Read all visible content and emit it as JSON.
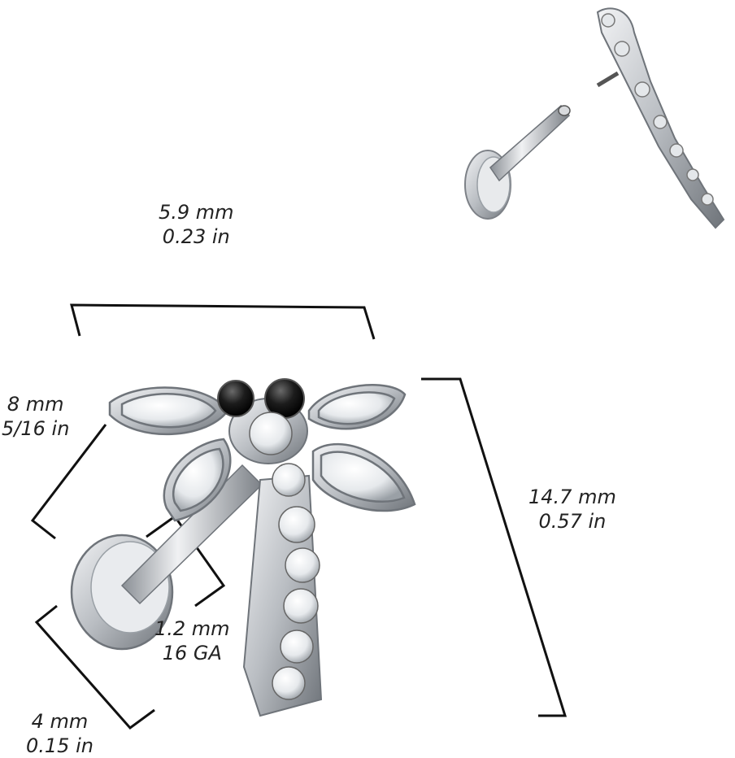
{
  "dimensions": {
    "width_top": {
      "metric": "5.9 mm",
      "imperial": "0.23 in"
    },
    "head_height": {
      "metric": "8 mm",
      "imperial": "5/16 in"
    },
    "total_length": {
      "metric": "14.7 mm",
      "imperial": "0.57 in"
    },
    "gauge": {
      "metric": "1.2 mm",
      "imperial": "16 GA"
    },
    "disc": {
      "metric": "4 mm",
      "imperial": "0.15 in"
    }
  },
  "colors": {
    "metal": "#c9ccd0",
    "metal_dark": "#7d8187",
    "crystal": "#f4f6f8",
    "black_gem": "#1a1a1a",
    "line": "#111111"
  }
}
